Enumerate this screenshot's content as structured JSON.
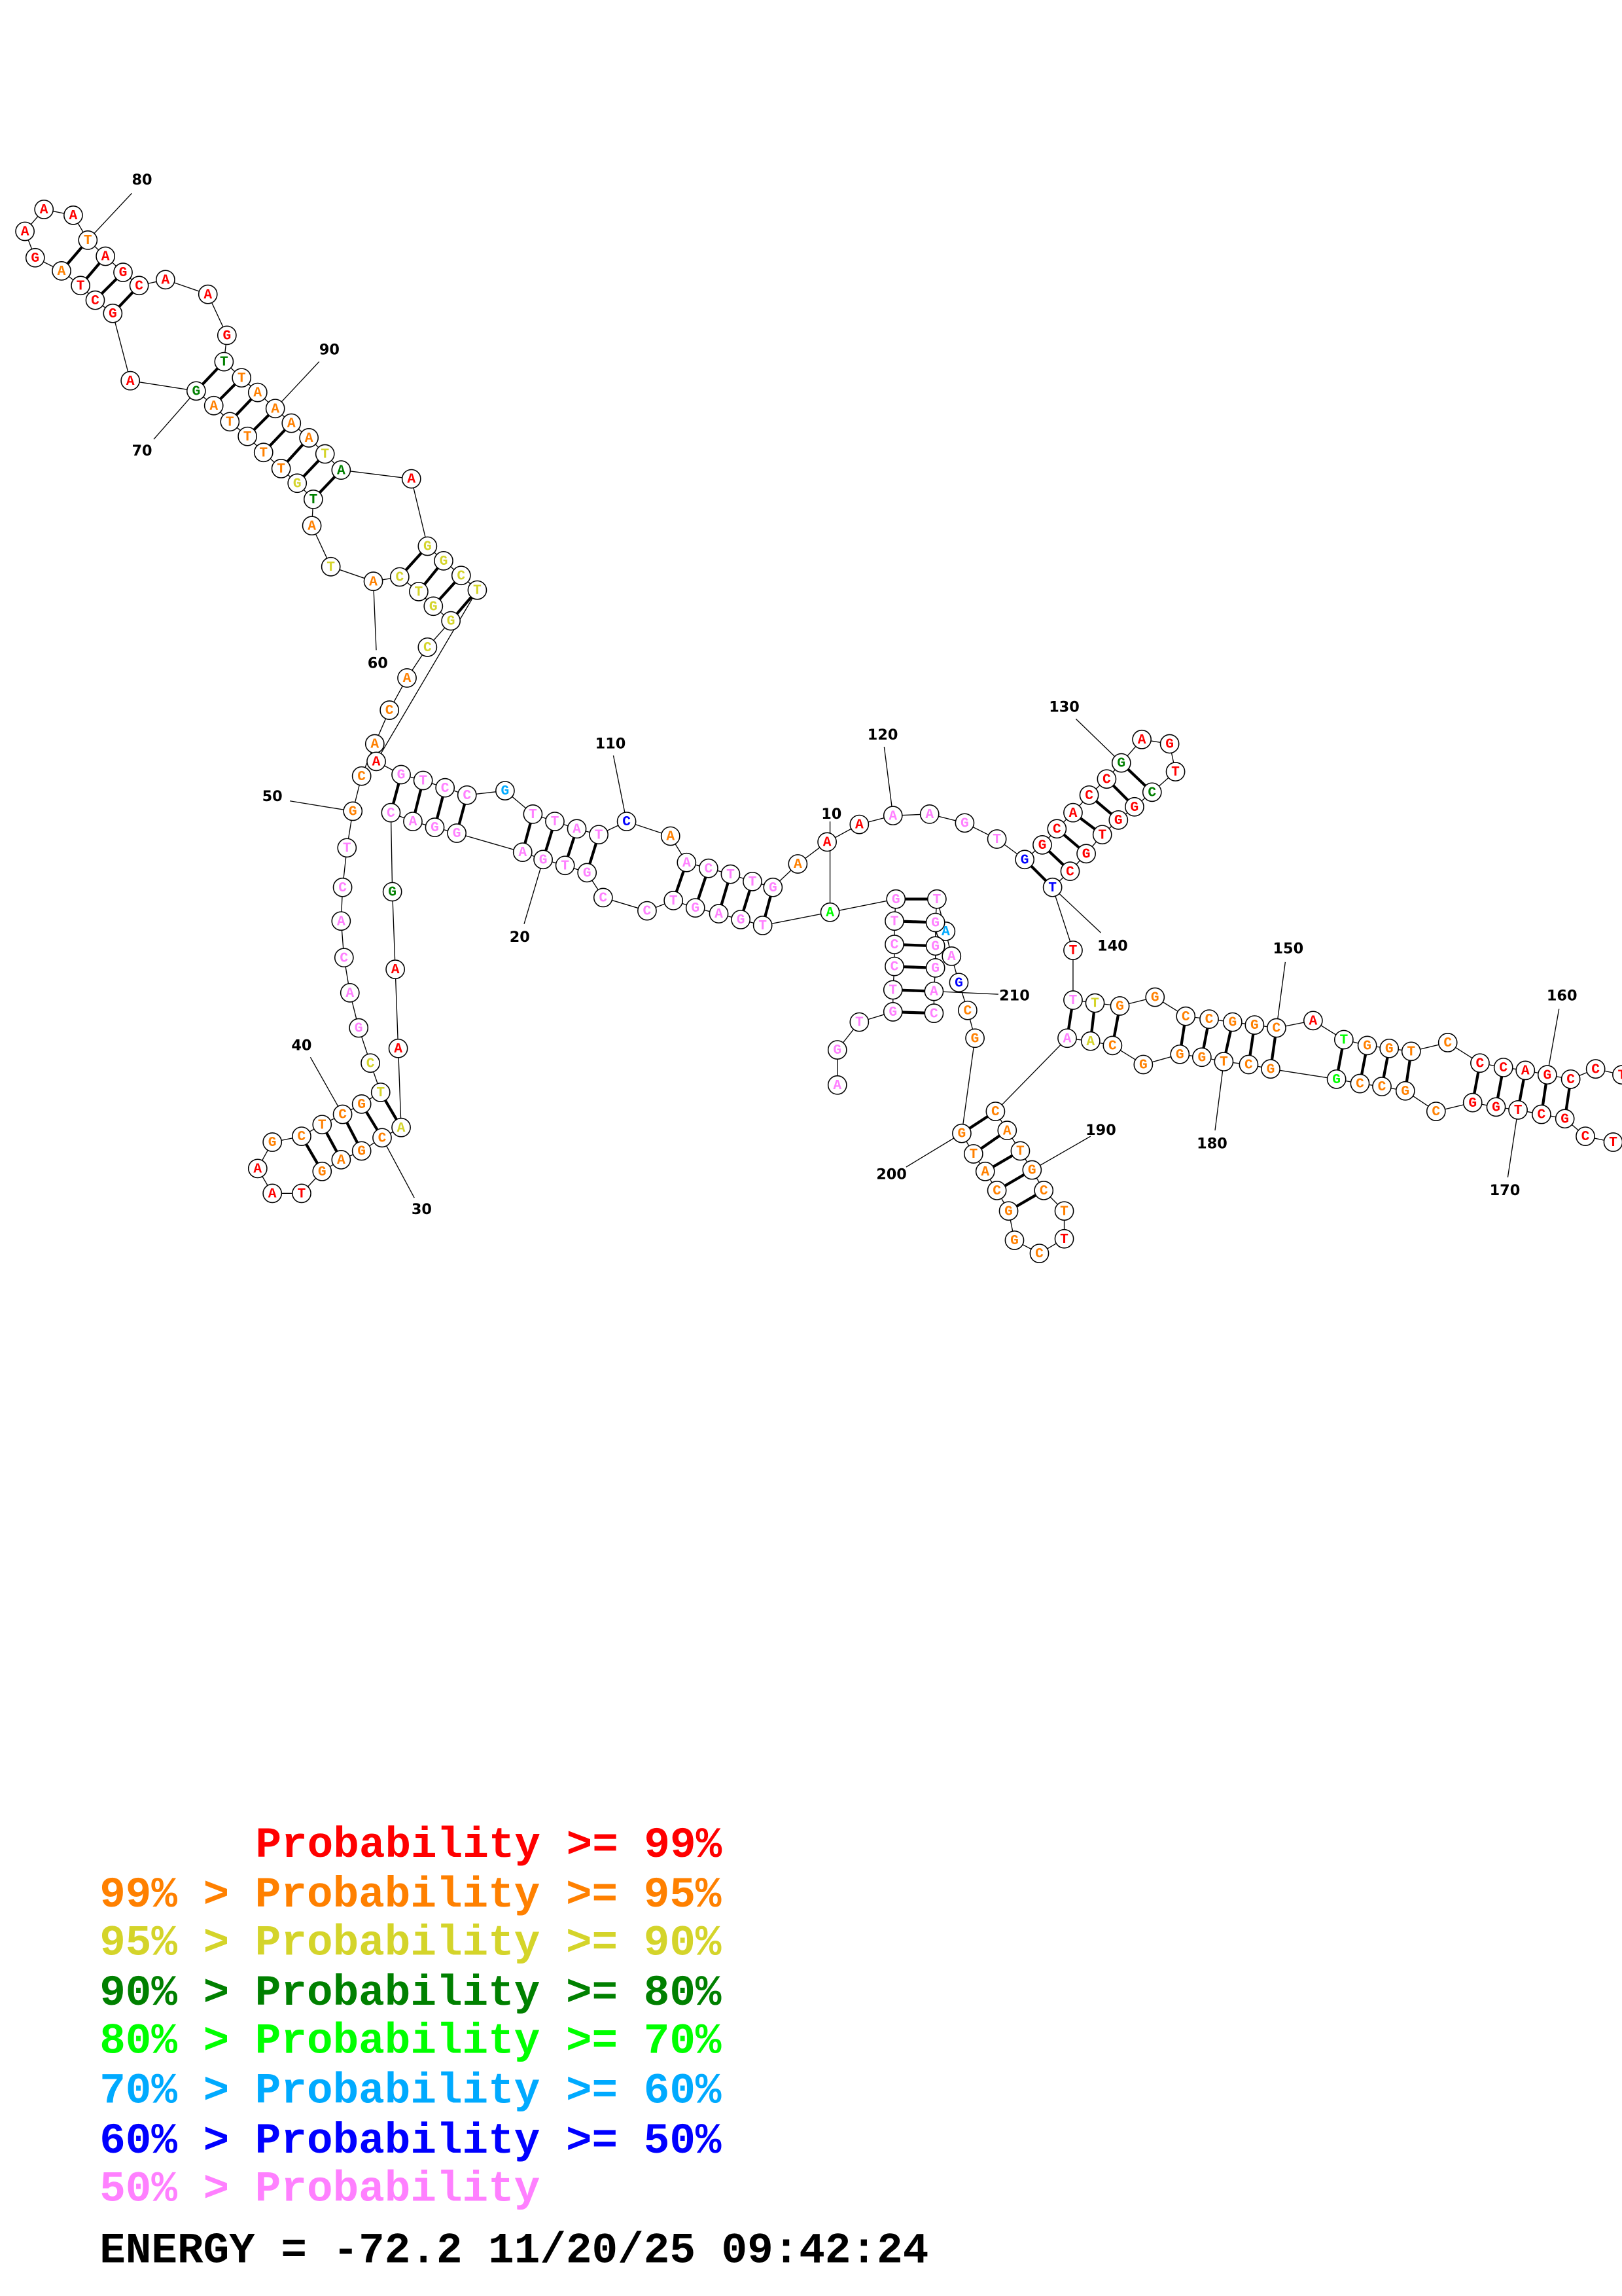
{
  "colors": {
    "r": "#ff0000",
    "o": "#ff8000",
    "y": "#d4d42a",
    "dg": "#008000",
    "lg": "#00ff00",
    "lb": "#00aaff",
    "b": "#0000ff",
    "p": "#ff80ff"
  },
  "sequence": [
    {
      "n": 1,
      "b": "A",
      "c": "p"
    },
    {
      "n": 2,
      "b": "G",
      "c": "p"
    },
    {
      "n": 3,
      "b": "T",
      "c": "p"
    },
    {
      "n": 4,
      "b": "G",
      "c": "p"
    },
    {
      "n": 5,
      "b": "T",
      "c": "p"
    },
    {
      "n": 6,
      "b": "C",
      "c": "p"
    },
    {
      "n": 7,
      "b": "C",
      "c": "p"
    },
    {
      "n": 8,
      "b": "T",
      "c": "p"
    },
    {
      "n": 9,
      "b": "G",
      "c": "p"
    },
    {
      "n": 10,
      "b": "A",
      "c": "lg"
    },
    {
      "n": 11,
      "b": "T",
      "c": "p"
    },
    {
      "n": 12,
      "b": "G",
      "c": "p"
    },
    {
      "n": 13,
      "b": "A",
      "c": "p"
    },
    {
      "n": 14,
      "b": "G",
      "c": "p"
    },
    {
      "n": 15,
      "b": "T",
      "c": "p"
    },
    {
      "n": 16,
      "b": "C",
      "c": "p"
    },
    {
      "n": 17,
      "b": "C",
      "c": "p"
    },
    {
      "n": 18,
      "b": "G",
      "c": "p"
    },
    {
      "n": 19,
      "b": "T",
      "c": "p"
    },
    {
      "n": 20,
      "b": "G",
      "c": "p"
    },
    {
      "n": 21,
      "b": "A",
      "c": "p"
    },
    {
      "n": 22,
      "b": "G",
      "c": "p"
    },
    {
      "n": 23,
      "b": "G",
      "c": "p"
    },
    {
      "n": 24,
      "b": "A",
      "c": "p"
    },
    {
      "n": 25,
      "b": "C",
      "c": "p"
    },
    {
      "n": 26,
      "b": "G",
      "c": "dg"
    },
    {
      "n": 27,
      "b": "A",
      "c": "r"
    },
    {
      "n": 28,
      "b": "A",
      "c": "r"
    },
    {
      "n": 29,
      "b": "A",
      "c": "y"
    },
    {
      "n": 30,
      "b": "C",
      "c": "o"
    },
    {
      "n": 31,
      "b": "G",
      "c": "o"
    },
    {
      "n": 32,
      "b": "A",
      "c": "o"
    },
    {
      "n": 33,
      "b": "G",
      "c": "o"
    },
    {
      "n": 34,
      "b": "T",
      "c": "r"
    },
    {
      "n": 35,
      "b": "A",
      "c": "r"
    },
    {
      "n": 36,
      "b": "A",
      "c": "r"
    },
    {
      "n": 37,
      "b": "G",
      "c": "o"
    },
    {
      "n": 38,
      "b": "C",
      "c": "o"
    },
    {
      "n": 39,
      "b": "T",
      "c": "o"
    },
    {
      "n": 40,
      "b": "C",
      "c": "o"
    },
    {
      "n": 41,
      "b": "G",
      "c": "o"
    },
    {
      "n": 42,
      "b": "T",
      "c": "y"
    },
    {
      "n": 43,
      "b": "C",
      "c": "y"
    },
    {
      "n": 44,
      "b": "G",
      "c": "p"
    },
    {
      "n": 45,
      "b": "A",
      "c": "p"
    },
    {
      "n": 46,
      "b": "C",
      "c": "p"
    },
    {
      "n": 47,
      "b": "A",
      "c": "p"
    },
    {
      "n": 48,
      "b": "C",
      "c": "p"
    },
    {
      "n": 49,
      "b": "T",
      "c": "p"
    },
    {
      "n": 50,
      "b": "G",
      "c": "o"
    },
    {
      "n": 51,
      "b": "C",
      "c": "o"
    },
    {
      "n": 52,
      "b": "A",
      "c": "o"
    },
    {
      "n": 53,
      "b": "C",
      "c": "o"
    },
    {
      "n": 54,
      "b": "A",
      "c": "o"
    },
    {
      "n": 55,
      "b": "C",
      "c": "y"
    },
    {
      "n": 56,
      "b": "G",
      "c": "y"
    },
    {
      "n": 57,
      "b": "G",
      "c": "y"
    },
    {
      "n": 58,
      "b": "T",
      "c": "y"
    },
    {
      "n": 59,
      "b": "C",
      "c": "y"
    },
    {
      "n": 60,
      "b": "A",
      "c": "o"
    },
    {
      "n": 61,
      "b": "T",
      "c": "y"
    },
    {
      "n": 62,
      "b": "A",
      "c": "o"
    },
    {
      "n": 63,
      "b": "T",
      "c": "dg"
    },
    {
      "n": 64,
      "b": "G",
      "c": "y"
    },
    {
      "n": 65,
      "b": "T",
      "c": "o"
    },
    {
      "n": 66,
      "b": "T",
      "c": "o"
    },
    {
      "n": 67,
      "b": "T",
      "c": "o"
    },
    {
      "n": 68,
      "b": "T",
      "c": "o"
    },
    {
      "n": 69,
      "b": "A",
      "c": "o"
    },
    {
      "n": 70,
      "b": "G",
      "c": "dg"
    },
    {
      "n": 71,
      "b": "A",
      "c": "r"
    },
    {
      "n": 72,
      "b": "G",
      "c": "r"
    },
    {
      "n": 73,
      "b": "C",
      "c": "r"
    },
    {
      "n": 74,
      "b": "T",
      "c": "r"
    },
    {
      "n": 75,
      "b": "A",
      "c": "o"
    },
    {
      "n": 76,
      "b": "G",
      "c": "r"
    },
    {
      "n": 77,
      "b": "A",
      "c": "r"
    },
    {
      "n": 78,
      "b": "A",
      "c": "r"
    },
    {
      "n": 79,
      "b": "A",
      "c": "r"
    },
    {
      "n": 80,
      "b": "T",
      "c": "o"
    },
    {
      "n": 81,
      "b": "A",
      "c": "r"
    },
    {
      "n": 82,
      "b": "G",
      "c": "r"
    },
    {
      "n": 83,
      "b": "C",
      "c": "r"
    },
    {
      "n": 84,
      "b": "A",
      "c": "r"
    },
    {
      "n": 85,
      "b": "A",
      "c": "r"
    },
    {
      "n": 86,
      "b": "G",
      "c": "r"
    },
    {
      "n": 87,
      "b": "T",
      "c": "dg"
    },
    {
      "n": 88,
      "b": "T",
      "c": "o"
    },
    {
      "n": 89,
      "b": "A",
      "c": "o"
    },
    {
      "n": 90,
      "b": "A",
      "c": "o"
    },
    {
      "n": 91,
      "b": "A",
      "c": "o"
    },
    {
      "n": 92,
      "b": "A",
      "c": "o"
    },
    {
      "n": 93,
      "b": "T",
      "c": "y"
    },
    {
      "n": 94,
      "b": "A",
      "c": "dg"
    },
    {
      "n": 95,
      "b": "A",
      "c": "r"
    },
    {
      "n": 96,
      "b": "G",
      "c": "y"
    },
    {
      "n": 97,
      "b": "G",
      "c": "y"
    },
    {
      "n": 98,
      "b": "C",
      "c": "y"
    },
    {
      "n": 99,
      "b": "T",
      "c": "y"
    },
    {
      "n": 100,
      "b": "A",
      "c": "r"
    },
    {
      "n": 101,
      "b": "G",
      "c": "p"
    },
    {
      "n": 102,
      "b": "T",
      "c": "p"
    },
    {
      "n": 103,
      "b": "C",
      "c": "p"
    },
    {
      "n": 104,
      "b": "C",
      "c": "p"
    },
    {
      "n": 105,
      "b": "G",
      "c": "lb"
    },
    {
      "n": 106,
      "b": "T",
      "c": "p"
    },
    {
      "n": 107,
      "b": "T",
      "c": "p"
    },
    {
      "n": 108,
      "b": "A",
      "c": "p"
    },
    {
      "n": 109,
      "b": "T",
      "c": "p"
    },
    {
      "n": 110,
      "b": "C",
      "c": "b"
    },
    {
      "n": 111,
      "b": "A",
      "c": "o"
    },
    {
      "n": 112,
      "b": "A",
      "c": "p"
    },
    {
      "n": 113,
      "b": "C",
      "c": "p"
    },
    {
      "n": 114,
      "b": "T",
      "c": "p"
    },
    {
      "n": 115,
      "b": "T",
      "c": "p"
    },
    {
      "n": 116,
      "b": "G",
      "c": "p"
    },
    {
      "n": 117,
      "b": "A",
      "c": "o"
    },
    {
      "n": 118,
      "b": "A",
      "c": "r"
    },
    {
      "n": 119,
      "b": "A",
      "c": "r"
    },
    {
      "n": 120,
      "b": "A",
      "c": "p"
    },
    {
      "n": 121,
      "b": "A",
      "c": "p"
    },
    {
      "n": 122,
      "b": "G",
      "c": "p"
    },
    {
      "n": 123,
      "b": "T",
      "c": "p"
    },
    {
      "n": 124,
      "b": "G",
      "c": "b"
    },
    {
      "n": 125,
      "b": "G",
      "c": "r"
    },
    {
      "n": 126,
      "b": "C",
      "c": "r"
    },
    {
      "n": 127,
      "b": "A",
      "c": "r"
    },
    {
      "n": 128,
      "b": "C",
      "c": "r"
    },
    {
      "n": 129,
      "b": "C",
      "c": "r"
    },
    {
      "n": 130,
      "b": "G",
      "c": "dg"
    },
    {
      "n": 131,
      "b": "A",
      "c": "r"
    },
    {
      "n": 132,
      "b": "G",
      "c": "r"
    },
    {
      "n": 133,
      "b": "T",
      "c": "r"
    },
    {
      "n": 134,
      "b": "C",
      "c": "dg"
    },
    {
      "n": 135,
      "b": "G",
      "c": "r"
    },
    {
      "n": 136,
      "b": "G",
      "c": "r"
    },
    {
      "n": 137,
      "b": "T",
      "c": "r"
    },
    {
      "n": 138,
      "b": "G",
      "c": "r"
    },
    {
      "n": 139,
      "b": "C",
      "c": "r"
    },
    {
      "n": 140,
      "b": "T",
      "c": "b"
    },
    {
      "n": 141,
      "b": "T",
      "c": "r"
    },
    {
      "n": 142,
      "b": "T",
      "c": "p"
    },
    {
      "n": 143,
      "b": "T",
      "c": "y"
    },
    {
      "n": 144,
      "b": "G",
      "c": "o"
    },
    {
      "n": 145,
      "b": "G",
      "c": "o"
    },
    {
      "n": 146,
      "b": "C",
      "c": "o"
    },
    {
      "n": 147,
      "b": "C",
      "c": "o"
    },
    {
      "n": 148,
      "b": "G",
      "c": "o"
    },
    {
      "n": 149,
      "b": "G",
      "c": "o"
    },
    {
      "n": 150,
      "b": "C",
      "c": "o"
    },
    {
      "n": 151,
      "b": "A",
      "c": "r"
    },
    {
      "n": 152,
      "b": "T",
      "c": "lg"
    },
    {
      "n": 153,
      "b": "G",
      "c": "o"
    },
    {
      "n": 154,
      "b": "G",
      "c": "o"
    },
    {
      "n": 155,
      "b": "T",
      "c": "o"
    },
    {
      "n": 156,
      "b": "C",
      "c": "o"
    },
    {
      "n": 157,
      "b": "C",
      "c": "r"
    },
    {
      "n": 158,
      "b": "C",
      "c": "r"
    },
    {
      "n": 159,
      "b": "A",
      "c": "r"
    },
    {
      "n": 160,
      "b": "G",
      "c": "r"
    },
    {
      "n": 161,
      "b": "C",
      "c": "r"
    },
    {
      "n": 162,
      "b": "C",
      "c": "r"
    },
    {
      "n": 163,
      "b": "T",
      "c": "r"
    },
    {
      "n": 166,
      "b": "T",
      "c": "r"
    },
    {
      "n": 167,
      "b": "C",
      "c": "r"
    },
    {
      "n": 168,
      "b": "G",
      "c": "r"
    },
    {
      "n": 169,
      "b": "C",
      "c": "r"
    },
    {
      "n": 170,
      "b": "T",
      "c": "r"
    },
    {
      "n": 171,
      "b": "G",
      "c": "r"
    },
    {
      "n": 172,
      "b": "G",
      "c": "r"
    },
    {
      "n": 173,
      "b": "C",
      "c": "o"
    },
    {
      "n": 174,
      "b": "G",
      "c": "o"
    },
    {
      "n": 175,
      "b": "C",
      "c": "o"
    },
    {
      "n": 176,
      "b": "C",
      "c": "o"
    },
    {
      "n": 177,
      "b": "G",
      "c": "lg"
    },
    {
      "n": 178,
      "b": "G",
      "c": "o"
    },
    {
      "n": 179,
      "b": "C",
      "c": "o"
    },
    {
      "n": 180,
      "b": "T",
      "c": "o"
    },
    {
      "n": 181,
      "b": "G",
      "c": "o"
    },
    {
      "n": 182,
      "b": "G",
      "c": "o"
    },
    {
      "n": 183,
      "b": "G",
      "c": "o"
    },
    {
      "n": 184,
      "b": "C",
      "c": "o"
    },
    {
      "n": 185,
      "b": "A",
      "c": "y"
    },
    {
      "n": 186,
      "b": "A",
      "c": "p"
    },
    {
      "n": 187,
      "b": "C",
      "c": "o"
    },
    {
      "n": 188,
      "b": "A",
      "c": "o"
    },
    {
      "n": 189,
      "b": "T",
      "c": "o"
    },
    {
      "n": 190,
      "b": "G",
      "c": "o"
    },
    {
      "n": 191,
      "b": "C",
      "c": "o"
    },
    {
      "n": 192,
      "b": "T",
      "c": "o"
    },
    {
      "n": 193,
      "b": "T",
      "c": "r"
    },
    {
      "n": 194,
      "b": "C",
      "c": "o"
    },
    {
      "n": 195,
      "b": "G",
      "c": "o"
    },
    {
      "n": 196,
      "b": "G",
      "c": "o"
    },
    {
      "n": 197,
      "b": "C",
      "c": "o"
    },
    {
      "n": 198,
      "b": "A",
      "c": "o"
    },
    {
      "n": 199,
      "b": "T",
      "c": "o"
    },
    {
      "n": 200,
      "b": "G",
      "c": "o"
    },
    {
      "n": 201,
      "b": "G",
      "c": "o"
    },
    {
      "n": 202,
      "b": "C",
      "c": "o"
    },
    {
      "n": 203,
      "b": "G",
      "c": "b"
    },
    {
      "n": 204,
      "b": "A",
      "c": "p"
    },
    {
      "n": 205,
      "b": "A",
      "c": "lb"
    },
    {
      "n": 206,
      "b": "T",
      "c": "p"
    },
    {
      "n": 207,
      "b": "G",
      "c": "p"
    },
    {
      "n": 208,
      "b": "G",
      "c": "p"
    },
    {
      "n": 209,
      "b": "G",
      "c": "p"
    },
    {
      "n": 210,
      "b": "A",
      "c": "p"
    },
    {
      "n": 211,
      "b": "C",
      "c": "p"
    }
  ],
  "pairs": [
    [
      4,
      211
    ],
    [
      5,
      210
    ],
    [
      6,
      209
    ],
    [
      7,
      208
    ],
    [
      8,
      207
    ],
    [
      9,
      206
    ],
    [
      11,
      116
    ],
    [
      12,
      115
    ],
    [
      13,
      114
    ],
    [
      14,
      113
    ],
    [
      15,
      112
    ],
    [
      18,
      109
    ],
    [
      19,
      108
    ],
    [
      20,
      107
    ],
    [
      21,
      106
    ],
    [
      22,
      104
    ],
    [
      23,
      103
    ],
    [
      24,
      102
    ],
    [
      25,
      101
    ],
    [
      29,
      42
    ],
    [
      30,
      41
    ],
    [
      31,
      40
    ],
    [
      32,
      39
    ],
    [
      33,
      38
    ],
    [
      56,
      99
    ],
    [
      57,
      98
    ],
    [
      58,
      97
    ],
    [
      59,
      96
    ],
    [
      63,
      94
    ],
    [
      64,
      93
    ],
    [
      65,
      92
    ],
    [
      66,
      91
    ],
    [
      67,
      90
    ],
    [
      68,
      89
    ],
    [
      69,
      88
    ],
    [
      70,
      87
    ],
    [
      72,
      83
    ],
    [
      73,
      82
    ],
    [
      74,
      81
    ],
    [
      75,
      80
    ],
    [
      124,
      140
    ],
    [
      125,
      139
    ],
    [
      126,
      138
    ],
    [
      127,
      137
    ],
    [
      128,
      136
    ],
    [
      129,
      135
    ],
    [
      130,
      134
    ],
    [
      142,
      186
    ],
    [
      143,
      185
    ],
    [
      144,
      184
    ],
    [
      146,
      182
    ],
    [
      147,
      181
    ],
    [
      148,
      180
    ],
    [
      149,
      179
    ],
    [
      150,
      178
    ],
    [
      152,
      177
    ],
    [
      153,
      176
    ],
    [
      154,
      175
    ],
    [
      155,
      174
    ],
    [
      157,
      172
    ],
    [
      158,
      171
    ],
    [
      159,
      170
    ],
    [
      160,
      169
    ],
    [
      161,
      168
    ],
    [
      187,
      200
    ],
    [
      188,
      199
    ],
    [
      189,
      198
    ],
    [
      190,
      197
    ],
    [
      191,
      196
    ]
  ],
  "number_labels": [
    "10",
    "20",
    "30",
    "40",
    "50",
    "60",
    "70",
    "80",
    "90",
    "110",
    "120",
    "130",
    "140",
    "150",
    "160",
    "170",
    "180",
    "190",
    "200",
    "210"
  ],
  "legend": [
    {
      "text": "Probability >= 99%",
      "color": "#ff0000"
    },
    {
      "text": "99% > Probability >= 95%",
      "color": "#ff8000"
    },
    {
      "text": "95% > Probability >= 90%",
      "color": "#d4d42a"
    },
    {
      "text": "90% > Probability >= 80%",
      "color": "#008000"
    },
    {
      "text": "80% > Probability >= 70%",
      "color": "#00ff00"
    },
    {
      "text": "70% > Probability >= 60%",
      "color": "#00aaff"
    },
    {
      "text": "60% > Probability >= 50%",
      "color": "#0000ff"
    },
    {
      "text": "50% > Probability",
      "color": "#ff80ff"
    }
  ],
  "footer": {
    "energy": "ENERGY = -72.2  11/20/25 09:42:24"
  }
}
